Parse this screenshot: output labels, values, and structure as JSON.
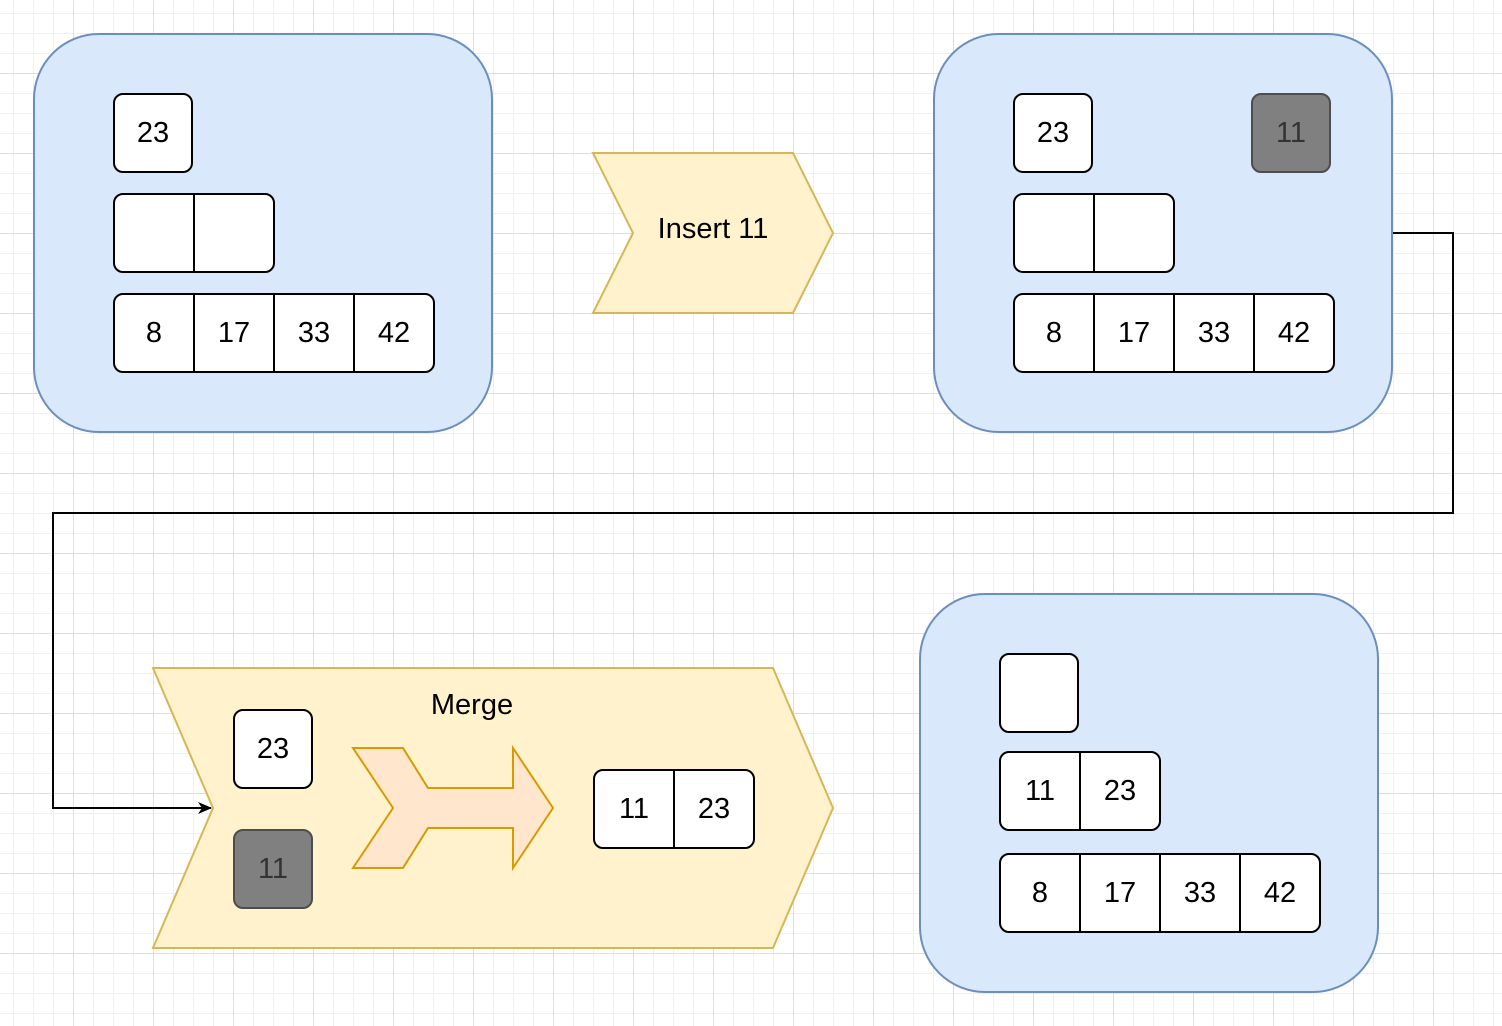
{
  "diagram": {
    "colors": {
      "panel_fill": "#dae8fc",
      "panel_stroke": "#6c8ebf",
      "chevron_fill": "#fff2cc",
      "chevron_stroke": "#d6b656",
      "arrow_fill": "#ffe6cc",
      "arrow_stroke": "#d79b00",
      "highlight_cell": "#808080"
    },
    "steps": {
      "insert_label": "Insert 11",
      "merge_label": "Merge"
    },
    "panel_initial": {
      "level0": "23",
      "level1": [
        "",
        ""
      ],
      "level2": [
        "8",
        "17",
        "33",
        "42"
      ]
    },
    "panel_after_insert": {
      "level0": "23",
      "new_item": "11",
      "level1": [
        "",
        ""
      ],
      "level2": [
        "8",
        "17",
        "33",
        "42"
      ]
    },
    "merge_step": {
      "input_a": "23",
      "input_b": "11",
      "output": [
        "11",
        "23"
      ]
    },
    "panel_result": {
      "level0": "",
      "level1": [
        "11",
        "23"
      ],
      "level2": [
        "8",
        "17",
        "33",
        "42"
      ]
    }
  }
}
